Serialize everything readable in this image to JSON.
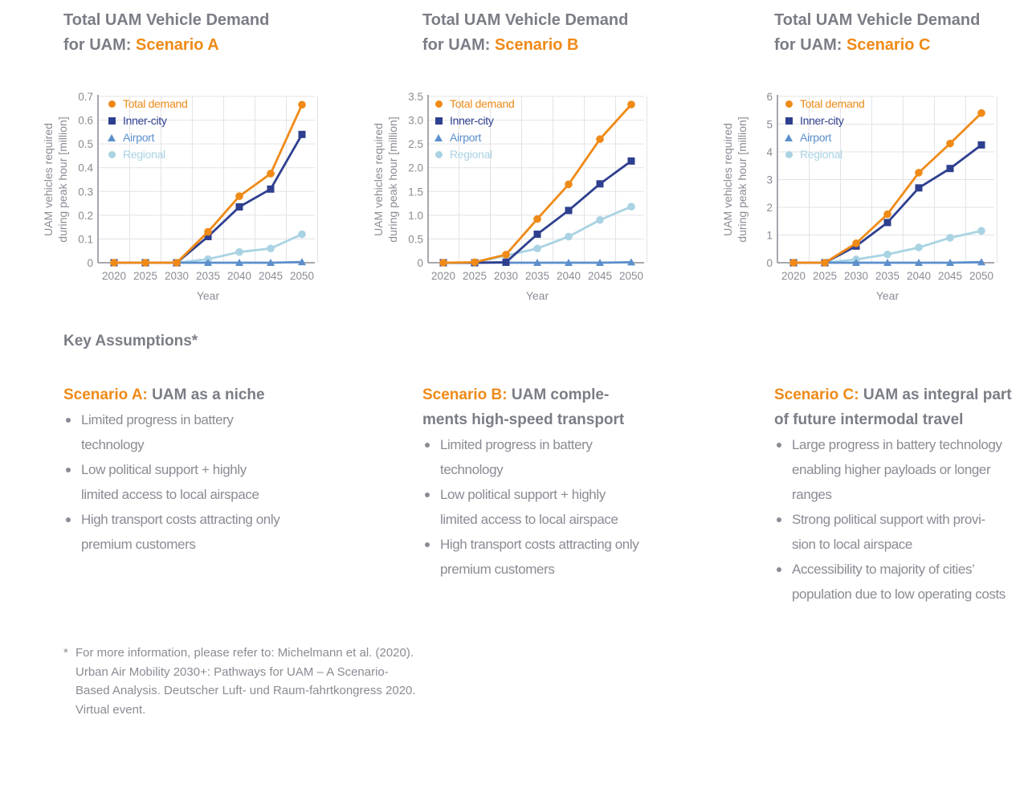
{
  "colors": {
    "accent": "#ef8a17",
    "title_gray": "#7b7d86",
    "text_gray": "#8a8c94",
    "total": "#ef8a17",
    "inner_city": "#2e3f8f",
    "airport": "#5b8fcc",
    "regional": "#a9d3e3",
    "grid": "#e3e3e6",
    "axis": "#8a8c94"
  },
  "panels": [
    {
      "title_line1": "Total UAM Vehicle Demand",
      "title_prefix": "for UAM: ",
      "title_accent": "Scenario A"
    },
    {
      "title_line1": "Total UAM Vehicle Demand",
      "title_prefix": "for UAM: ",
      "title_accent": "Scenario B"
    },
    {
      "title_line1": "Total UAM Vehicle Demand",
      "title_prefix": "for UAM: ",
      "title_accent": "Scenario C"
    }
  ],
  "legend": {
    "total": "Total demand",
    "inner_city": "Inner-city",
    "airport": "Airport",
    "regional": "Regional"
  },
  "chart_data": [
    {
      "type": "line",
      "title": "Total UAM Vehicle Demand for UAM: Scenario A",
      "xlabel": "Year",
      "ylabel": "UAM vehicles required during peak hour [million]",
      "ylabel_line1": "UAM vehicles required",
      "ylabel_line2": "during peak hour [million]",
      "x": [
        2020,
        2025,
        2030,
        2035,
        2040,
        2045,
        2050
      ],
      "ylim": [
        0,
        0.7
      ],
      "yticks": [
        "0",
        "0.1",
        "0.2",
        "0.3",
        "0.4",
        "0.5",
        "0.6",
        "0.7"
      ],
      "grid": true,
      "legend_position": "upper left",
      "series": [
        {
          "name": "Total demand",
          "values": [
            0,
            0,
            0,
            0.13,
            0.28,
            0.375,
            0.665
          ]
        },
        {
          "name": "Inner-city",
          "values": [
            0,
            0,
            0,
            0.11,
            0.235,
            0.31,
            0.54
          ]
        },
        {
          "name": "Airport",
          "values": [
            0,
            0,
            0,
            0.0,
            0.0,
            0.0,
            0.003
          ]
        },
        {
          "name": "Regional",
          "values": [
            0,
            0,
            0,
            0.015,
            0.045,
            0.06,
            0.12
          ]
        }
      ]
    },
    {
      "type": "line",
      "title": "Total UAM Vehicle Demand for UAM: Scenario B",
      "xlabel": "Year",
      "ylabel": "UAM vehicles required during peak hour [million]",
      "ylabel_line1": "UAM vehicles required",
      "ylabel_line2": "during peak hour [million]",
      "x": [
        2020,
        2025,
        2030,
        2035,
        2040,
        2045,
        2050
      ],
      "ylim": [
        0,
        3.5
      ],
      "yticks": [
        "0",
        "0.5",
        "1.0",
        "1.5",
        "2.0",
        "2.5",
        "3.0",
        "3.5"
      ],
      "grid": true,
      "legend_position": "upper left",
      "series": [
        {
          "name": "Total demand",
          "values": [
            0,
            0.01,
            0.17,
            0.92,
            1.65,
            2.6,
            3.33
          ]
        },
        {
          "name": "Inner-city",
          "values": [
            0,
            0,
            0.01,
            0.6,
            1.1,
            1.66,
            2.14
          ]
        },
        {
          "name": "Airport",
          "values": [
            0,
            0,
            0,
            0.0,
            0.0,
            0.0,
            0.01
          ]
        },
        {
          "name": "Regional",
          "values": [
            0,
            0,
            0.15,
            0.3,
            0.55,
            0.9,
            1.18
          ]
        }
      ]
    },
    {
      "type": "line",
      "title": "Total UAM Vehicle Demand for UAM: Scenario C",
      "xlabel": "Year",
      "ylabel": "UAM vehicles required during peak hour [million]",
      "ylabel_line1": "UAM vehicles required",
      "ylabel_line2": "during peak hour [million]",
      "x": [
        2020,
        2025,
        2030,
        2035,
        2040,
        2045,
        2050
      ],
      "ylim": [
        0,
        6
      ],
      "yticks": [
        "0",
        "1",
        "2",
        "3",
        "4",
        "5",
        "6"
      ],
      "grid": true,
      "legend_position": "upper left",
      "series": [
        {
          "name": "Total demand",
          "values": [
            0,
            0,
            0.7,
            1.75,
            3.25,
            4.3,
            5.4
          ]
        },
        {
          "name": "Inner-city",
          "values": [
            0,
            0,
            0.6,
            1.45,
            2.7,
            3.4,
            4.25
          ]
        },
        {
          "name": "Airport",
          "values": [
            0,
            0,
            0.0,
            0.0,
            0.0,
            0.0,
            0.02
          ]
        },
        {
          "name": "Regional",
          "values": [
            0,
            0,
            0.12,
            0.3,
            0.55,
            0.9,
            1.15
          ]
        }
      ]
    }
  ],
  "key_assumptions": {
    "title": "Key Assumptions*",
    "scenarios": [
      {
        "label": "Scenario A:",
        "heading": " UAM as a niche",
        "bullets": [
          "Limited progress in battery technology",
          "Low political support + highly limited access to local airspace",
          "High transport costs attracting only premium customers"
        ]
      },
      {
        "label": "Scenario B:",
        "heading": " UAM comple-ments high-speed transport",
        "bullets": [
          "Limited progress in battery technology",
          "Low political support + highly limited access to local airspace",
          "High transport costs attracting only premium customers"
        ]
      },
      {
        "label": "Scenario C:",
        "heading": " UAM as integral part of future intermodal travel",
        "bullets": [
          "Large progress in battery technology enabling higher payloads or longer ranges",
          "Strong political support with provi-sion to local airspace",
          "Accessibility to majority of cities’ population due to low operating costs"
        ]
      }
    ]
  },
  "footnote": {
    "marker": "*",
    "text": "For more information, please refer to: Michelmann et al. (2020). Urban Air Mobility 2030+: Pathways for UAM – A Scenario-Based Analysis. Deutscher Luft- und Raum-fahrtkongress 2020. Virtual event."
  }
}
